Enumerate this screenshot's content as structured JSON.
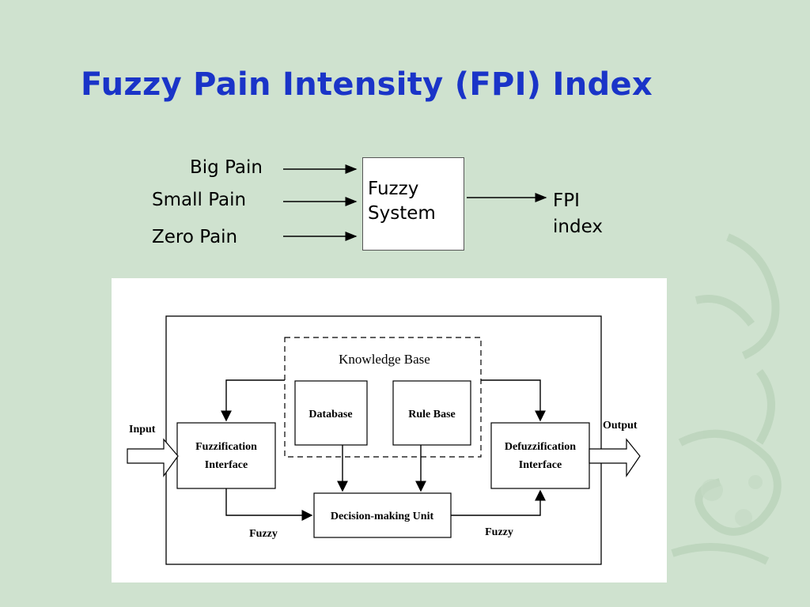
{
  "slide": {
    "title": "Fuzzy Pain Intensity (FPI) Index"
  },
  "simple_diagram": {
    "inputs": [
      "Big Pain",
      "Small Pain",
      "Zero Pain"
    ],
    "system_line1": "Fuzzy",
    "system_line2": "System",
    "output_line1": "FPI",
    "output_line2": "index"
  },
  "block_diagram": {
    "knowledge_base": "Knowledge Base",
    "database": "Database",
    "rule_base": "Rule Base",
    "input_label": "Input",
    "output_label": "Output",
    "fuzzification_line1": "Fuzzification",
    "fuzzification_line2": "Interface",
    "defuzzification_line1": "Defuzzification",
    "defuzzification_line2": "Interface",
    "decision_unit": "Decision-making Unit",
    "fuzzy_left": "Fuzzy",
    "fuzzy_right": "Fuzzy"
  },
  "colors": {
    "background": "#cfe2cf",
    "title": "#1a34c8"
  }
}
